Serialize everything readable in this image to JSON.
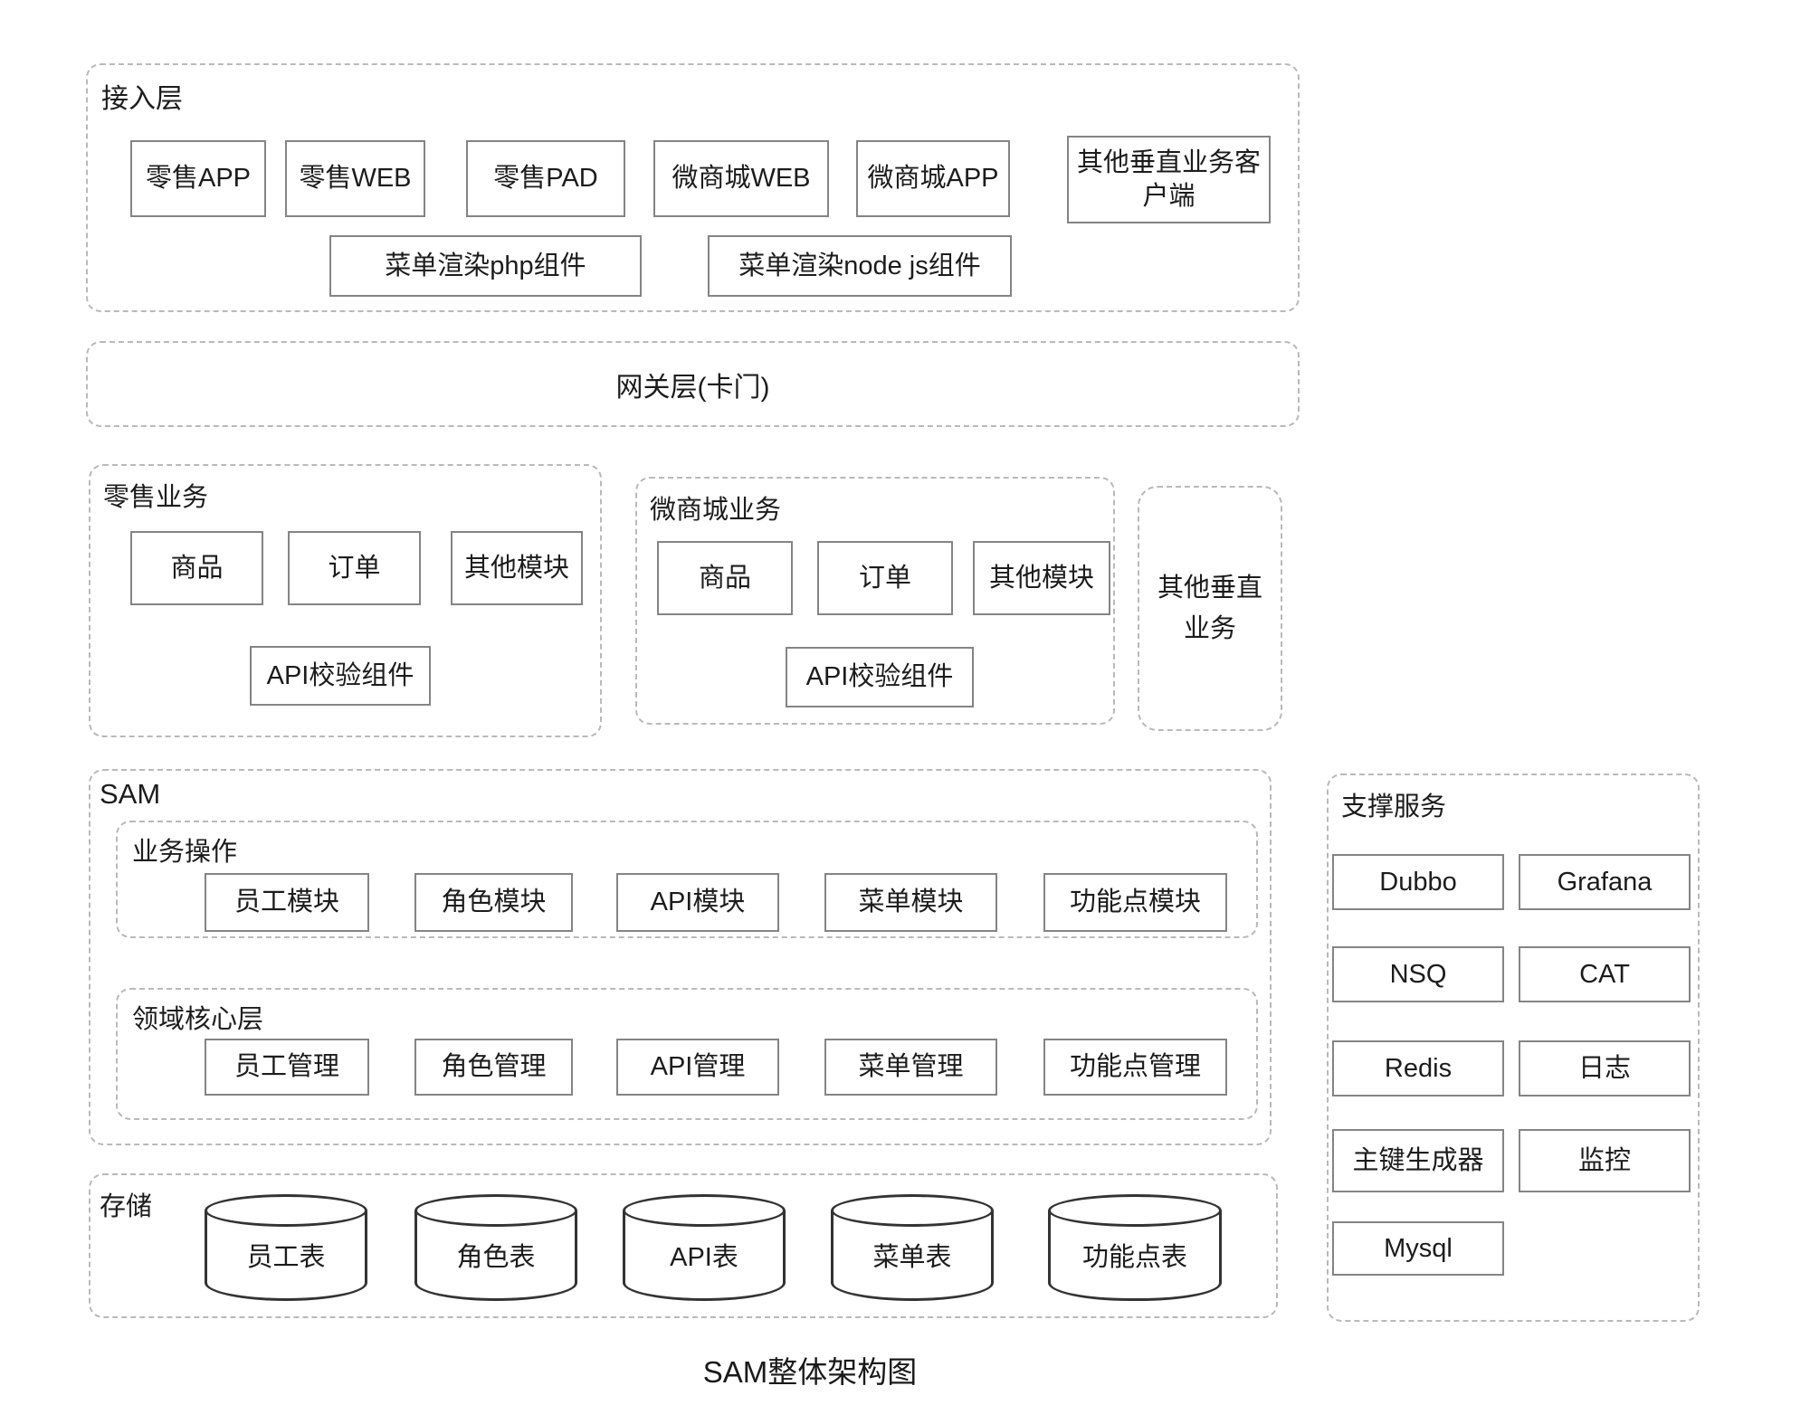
{
  "diagram": {
    "title": "SAM整体架构图",
    "colors": {
      "box_border": "#848484",
      "container_border": "#b9b9b9",
      "cylinder_border": "#333333",
      "text": "#1c1c1c"
    },
    "access_layer": {
      "label": "接入层",
      "clients": [
        "零售APP",
        "零售WEB",
        "零售PAD",
        "微商城WEB",
        "微商城APP",
        "其他垂直业务客户端"
      ],
      "components": [
        "菜单渲染php组件",
        "菜单渲染node js组件"
      ]
    },
    "gateway": {
      "label": "网关层(卡门)"
    },
    "retail": {
      "label": "零售业务",
      "modules": [
        "商品",
        "订单",
        "其他模块"
      ],
      "component": "API校验组件"
    },
    "micromall": {
      "label": "微商城业务",
      "modules": [
        "商品",
        "订单",
        "其他模块"
      ],
      "component": "API校验组件"
    },
    "other_vertical": {
      "label": "其他垂直业务"
    },
    "sam": {
      "label": "SAM",
      "business_ops": {
        "label": "业务操作",
        "modules": [
          "员工模块",
          "角色模块",
          "API模块",
          "菜单模块",
          "功能点模块"
        ]
      },
      "domain_core": {
        "label": "领域核心层",
        "modules": [
          "员工管理",
          "角色管理",
          "API管理",
          "菜单管理",
          "功能点管理"
        ]
      }
    },
    "storage": {
      "label": "存储",
      "tables": [
        "员工表",
        "角色表",
        "API表",
        "菜单表",
        "功能点表"
      ]
    },
    "support": {
      "label": "支撑服务",
      "services": [
        "Dubbo",
        "Grafana",
        "NSQ",
        "CAT",
        "Redis",
        "日志",
        "主键生成器",
        "监控",
        "Mysql"
      ]
    }
  }
}
